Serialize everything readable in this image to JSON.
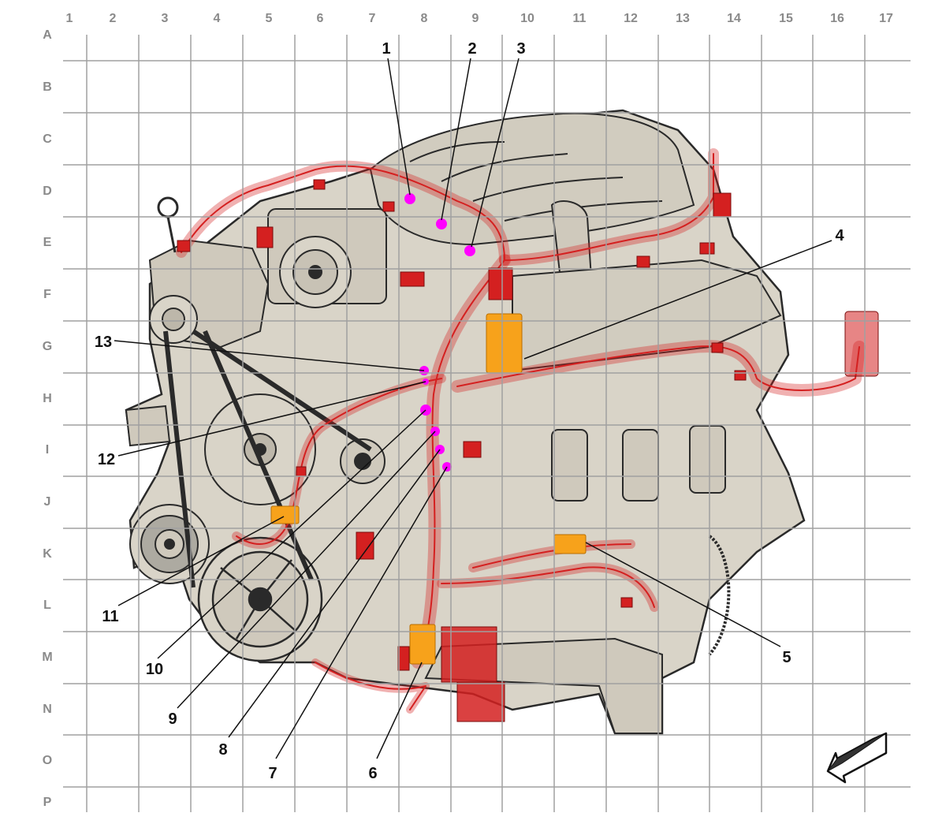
{
  "grid": {
    "columns": [
      "1",
      "2",
      "3",
      "4",
      "5",
      "6",
      "7",
      "8",
      "9",
      "10",
      "11",
      "12",
      "13",
      "14",
      "15",
      "16",
      "17"
    ],
    "rows": [
      "A",
      "B",
      "C",
      "D",
      "E",
      "F",
      "G",
      "H",
      "I",
      "J",
      "K",
      "L",
      "M",
      "N",
      "O",
      "P"
    ]
  },
  "callouts": [
    "1",
    "2",
    "3",
    "4",
    "5",
    "6",
    "7",
    "8",
    "9",
    "10",
    "11",
    "12",
    "13"
  ],
  "colors": {
    "engine_fill": "#d9d4c8",
    "engine_outline": "#2a2a2a",
    "harness": "#d42020",
    "connector_orange": "#f7a21b",
    "ground_point": "#ff00ff",
    "grid_line": "#a0a0a0"
  },
  "icons": {
    "orientation": "front-direction-arrow-icon"
  }
}
